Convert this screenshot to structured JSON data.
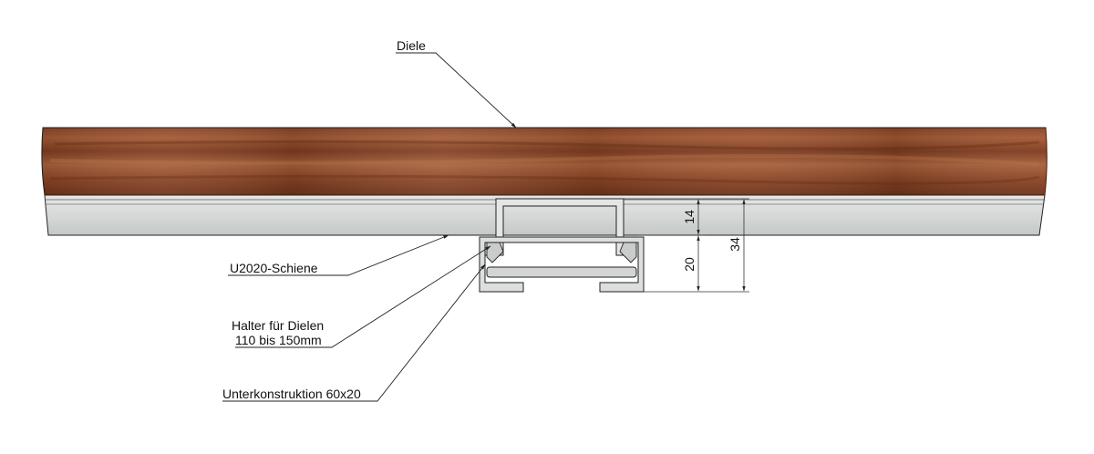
{
  "labels": {
    "board": "Diele",
    "rail": "U2020-Schiene",
    "holder_line1": "Halter für Dielen",
    "holder_line2": "110 bis 150mm",
    "substructure": "Unterkonstruktion 60x20"
  },
  "dimensions": {
    "rail_height": "14",
    "substructure_height": "20",
    "total_height": "34"
  },
  "colors": {
    "wood_dark": "#7a3a1e",
    "wood_mid": "#9c5230",
    "wood_light": "#b06a44",
    "aluminium": "#d9dcda",
    "aluminium_dark": "#b9bdbb",
    "outline": "#222222"
  }
}
